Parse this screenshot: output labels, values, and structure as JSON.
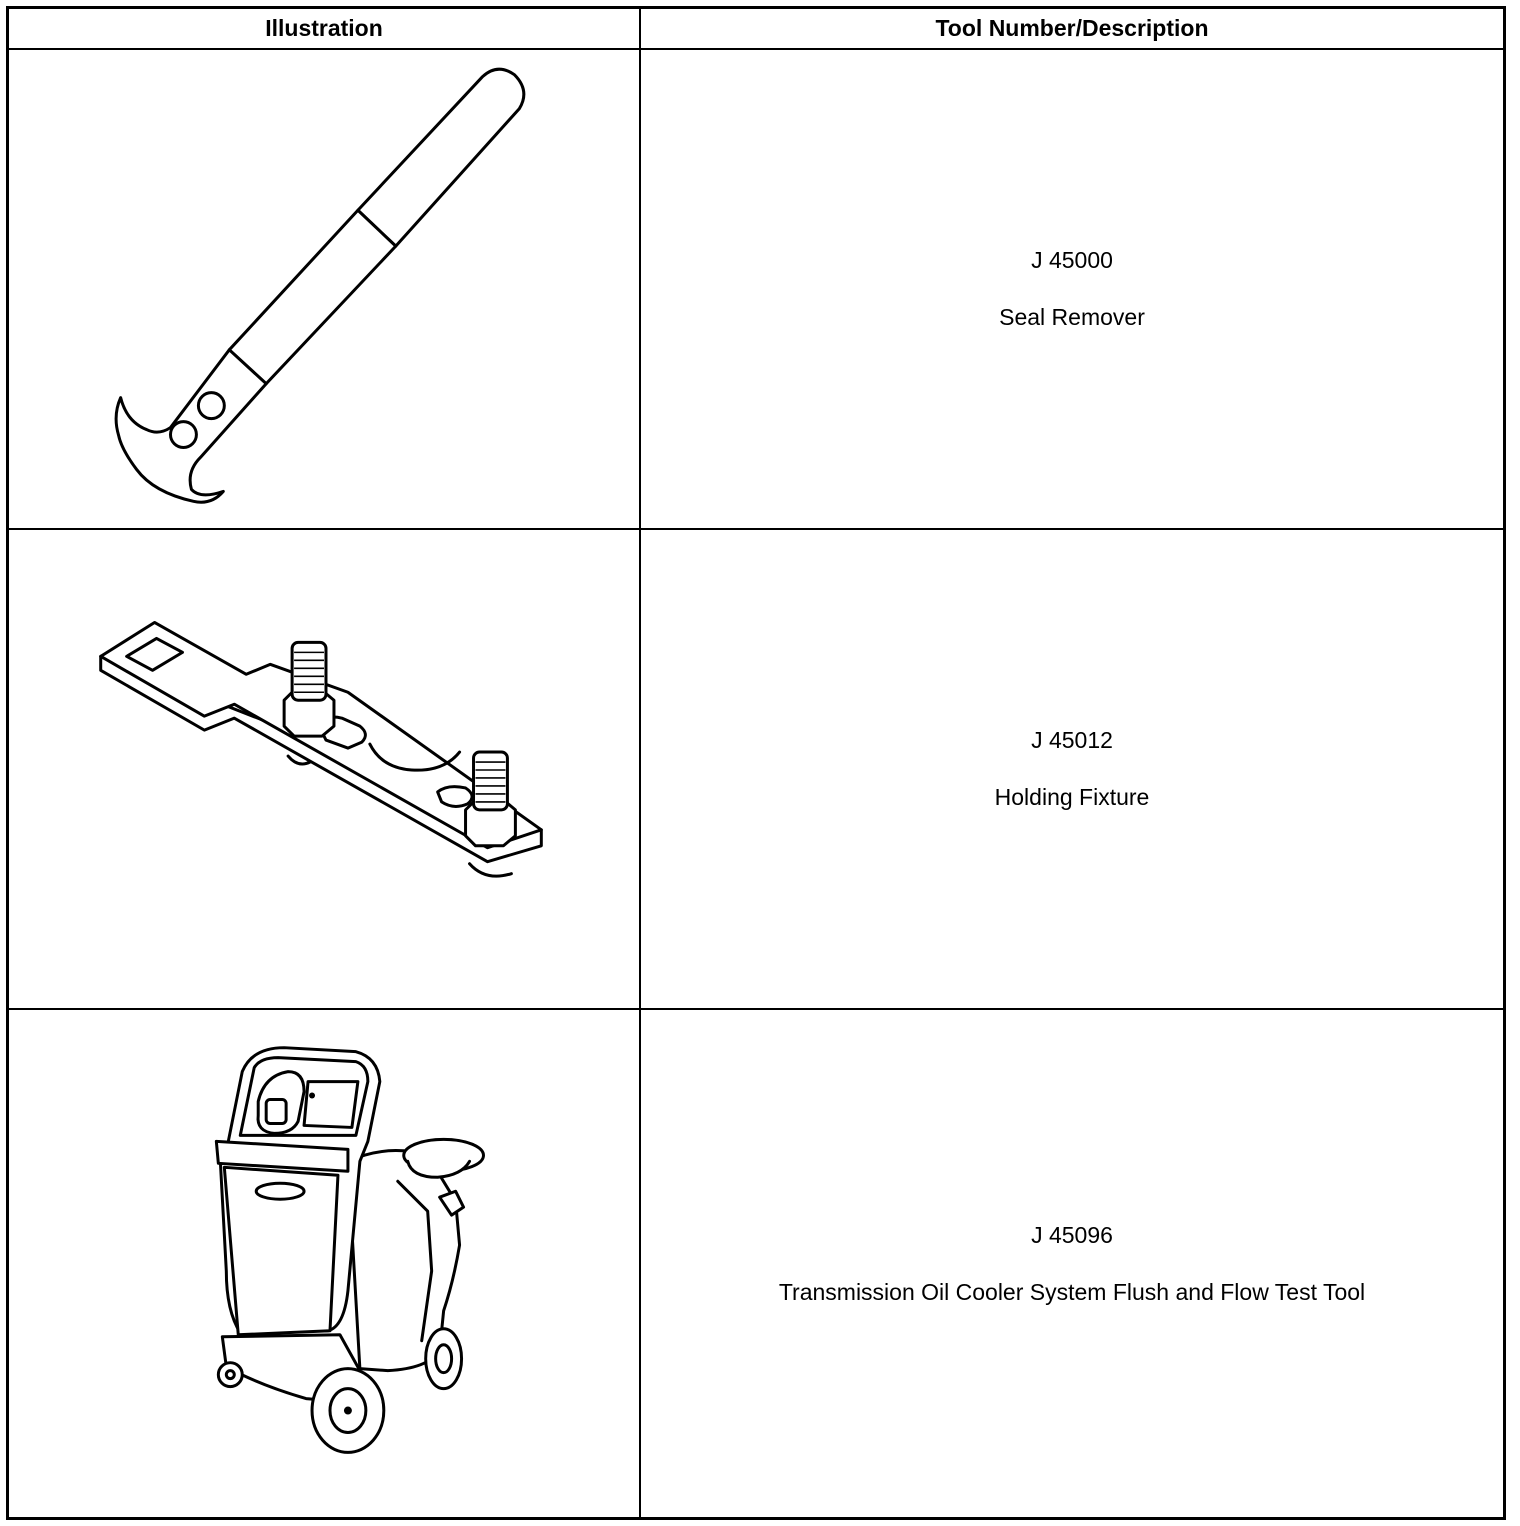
{
  "table": {
    "headers": {
      "illustration": "Illustration",
      "tool": "Tool Number/Description"
    },
    "rows": [
      {
        "number": "J 45000",
        "description": "Seal Remover",
        "illustration_icon": "seal-remover-icon"
      },
      {
        "number": "J 45012",
        "description": "Holding Fixture",
        "illustration_icon": "holding-fixture-icon"
      },
      {
        "number": "J 45096",
        "description": "Transmission Oil Cooler System Flush and Flow Test Tool",
        "illustration_icon": "flush-flow-test-cart-icon"
      }
    ]
  }
}
